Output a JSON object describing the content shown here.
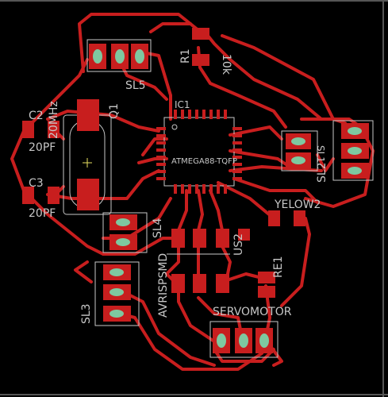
{
  "board": {
    "colors": {
      "background": "#000000",
      "trace": "#c81e1e",
      "pad": "#c81e1e",
      "via": "#7ec8a0",
      "silk": "#c7c7c7",
      "frame": "#555555"
    },
    "labels": {
      "sl5": "SL5",
      "r1": "R1",
      "r1_value": "10k",
      "q1": "Q1",
      "q1_freq": "20MHz",
      "ic1": "IC1",
      "mcu": "ATMEGA88-TQFP",
      "c2": "C2",
      "c2_value": "20PF",
      "c3": "C3",
      "c3_value": "20PF",
      "sl2": "SL2",
      "sl1": "SL1",
      "sl4": "SL4",
      "yelow2": "YELOW2",
      "us2": "US2",
      "avrispsmd": "AVRISPSMD",
      "sl3": "SL3",
      "re1": "RE1",
      "servomotor": "SERVOMOTOR"
    }
  }
}
